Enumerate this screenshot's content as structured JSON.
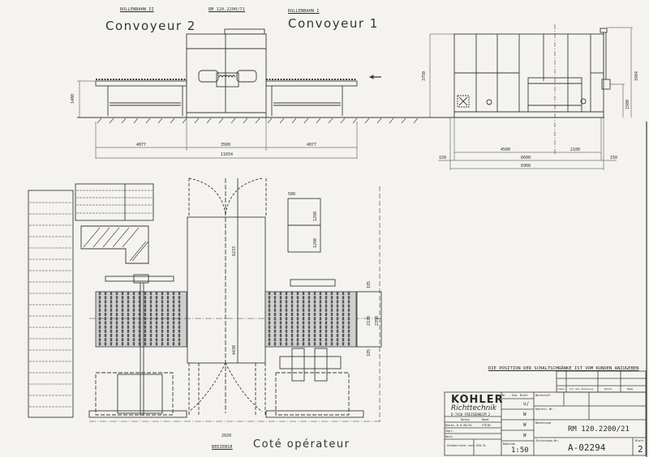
{
  "drawing": {
    "header_labels": {
      "left_conveyor": "ROLLENBAHN II",
      "machine_ref": "RM 120.2200/71",
      "right_conveyor": "ROLLENBAHN I"
    },
    "handwritten": {
      "conveyor_2": "Convoyeur 2",
      "conveyor_1": "Convoyeur 1",
      "operator_side": "Coté opérateur"
    },
    "side_view": {
      "height_dim": "1400",
      "lengths": [
        "4077",
        "3500",
        "4077"
      ],
      "total_length": "11654",
      "flow_arrow": "←"
    },
    "end_view": {
      "height_dim": "3750",
      "cabinet_height": "3984",
      "cabinet_mount": "1500",
      "widths": [
        "4500",
        "2100"
      ],
      "inner_width": "6600",
      "margins": [
        "150",
        "150"
      ],
      "total_width": "6900"
    },
    "plan_view": {
      "machine_length_upper": "6233",
      "machine_length_lower": "4430",
      "cabinet_width": "500",
      "cabinet_heights": [
        "1290",
        "1290"
      ],
      "roller_offsets": [
        "185",
        "185"
      ],
      "roller_width": "2120",
      "roller_total": "2350",
      "door_width": "2020",
      "operator_side_label": "BEDIENSE"
    },
    "note": "DIE POSITION DER SCHALTSCHRÄNKE IST VOM KUNDEN ANZUGEBEN",
    "title_block": {
      "company": "KOHLER",
      "subtitle": "Richttechnik",
      "address": "D-7410 FREISENHEIM 2",
      "col_headers": [
        "Datum",
        "Name"
      ],
      "row_labels": [
        "Bearb.",
        "Gepr.",
        "Norm"
      ],
      "date": "8.8.86/91",
      "name": "STEIN",
      "revision_header": "Nr. - Änd. Blatt",
      "revision_marks": [
        "u/",
        "W",
        "W",
        "W",
        "W"
      ],
      "fields": {
        "werkstoff": "Werkstoff",
        "rohteil": "Rohteil Nr.",
        "benennung": "Benennung",
        "zeichnung": "Zeichnungs-Nr.",
        "massstab": "Maßstab",
        "blatt": "Blatt"
      },
      "benennung_value": "RM 120.2200/21",
      "drawing_number": "A-02294",
      "scale": "1:50",
      "sheet": "2",
      "copyright_text": "Urheberrecht nach DIN 34",
      "rev_columns": [
        "Index",
        "Art der Änderung",
        "Datum",
        "Name"
      ]
    }
  }
}
